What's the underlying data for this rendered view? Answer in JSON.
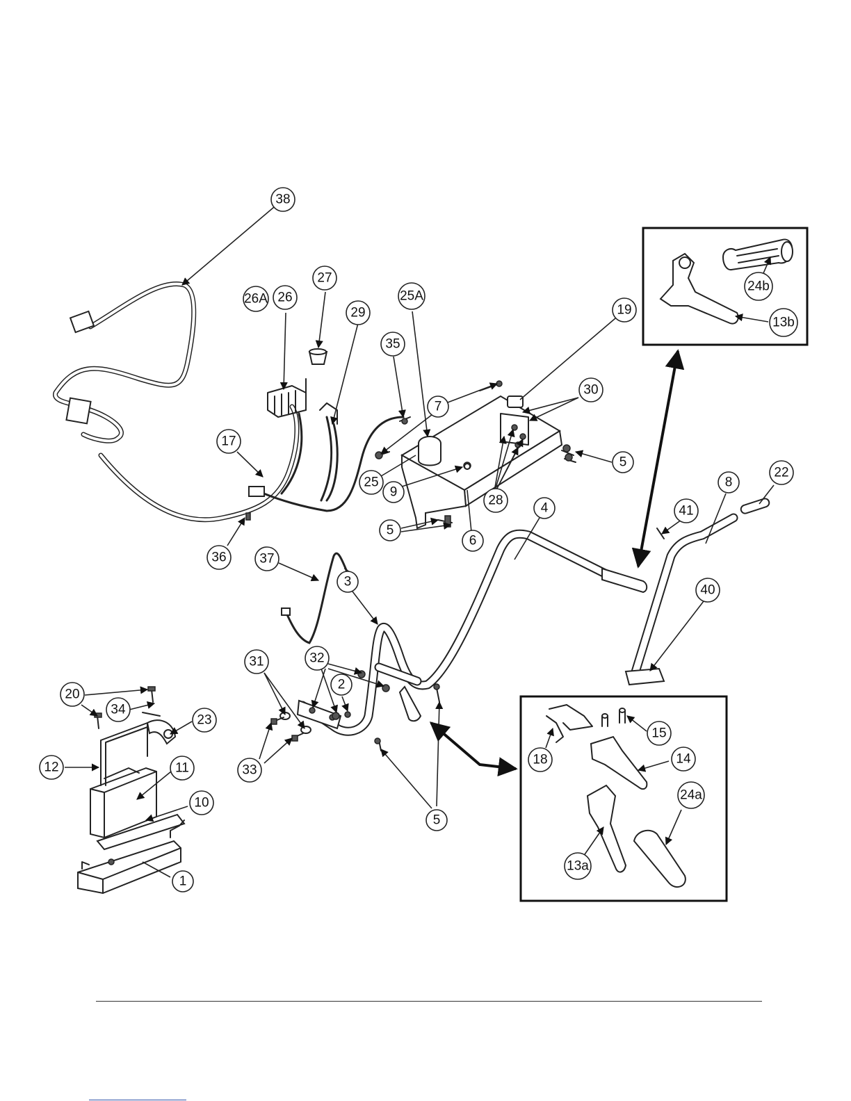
{
  "callouts": [
    "38",
    "26A",
    "26",
    "27",
    "29",
    "25A",
    "35",
    "19",
    "7",
    "30",
    "17",
    "25",
    "9",
    "28",
    "5",
    "6",
    "36",
    "37",
    "3",
    "4",
    "41",
    "8",
    "22",
    "40",
    "31",
    "32",
    "2",
    "20",
    "34",
    "23",
    "12",
    "11",
    "10",
    "1",
    "33",
    "18",
    "15",
    "14",
    "13a",
    "24a",
    "24b",
    "13b"
  ],
  "colors": {
    "line": "#222222",
    "background": "#ffffff",
    "link": "#3355aa"
  }
}
